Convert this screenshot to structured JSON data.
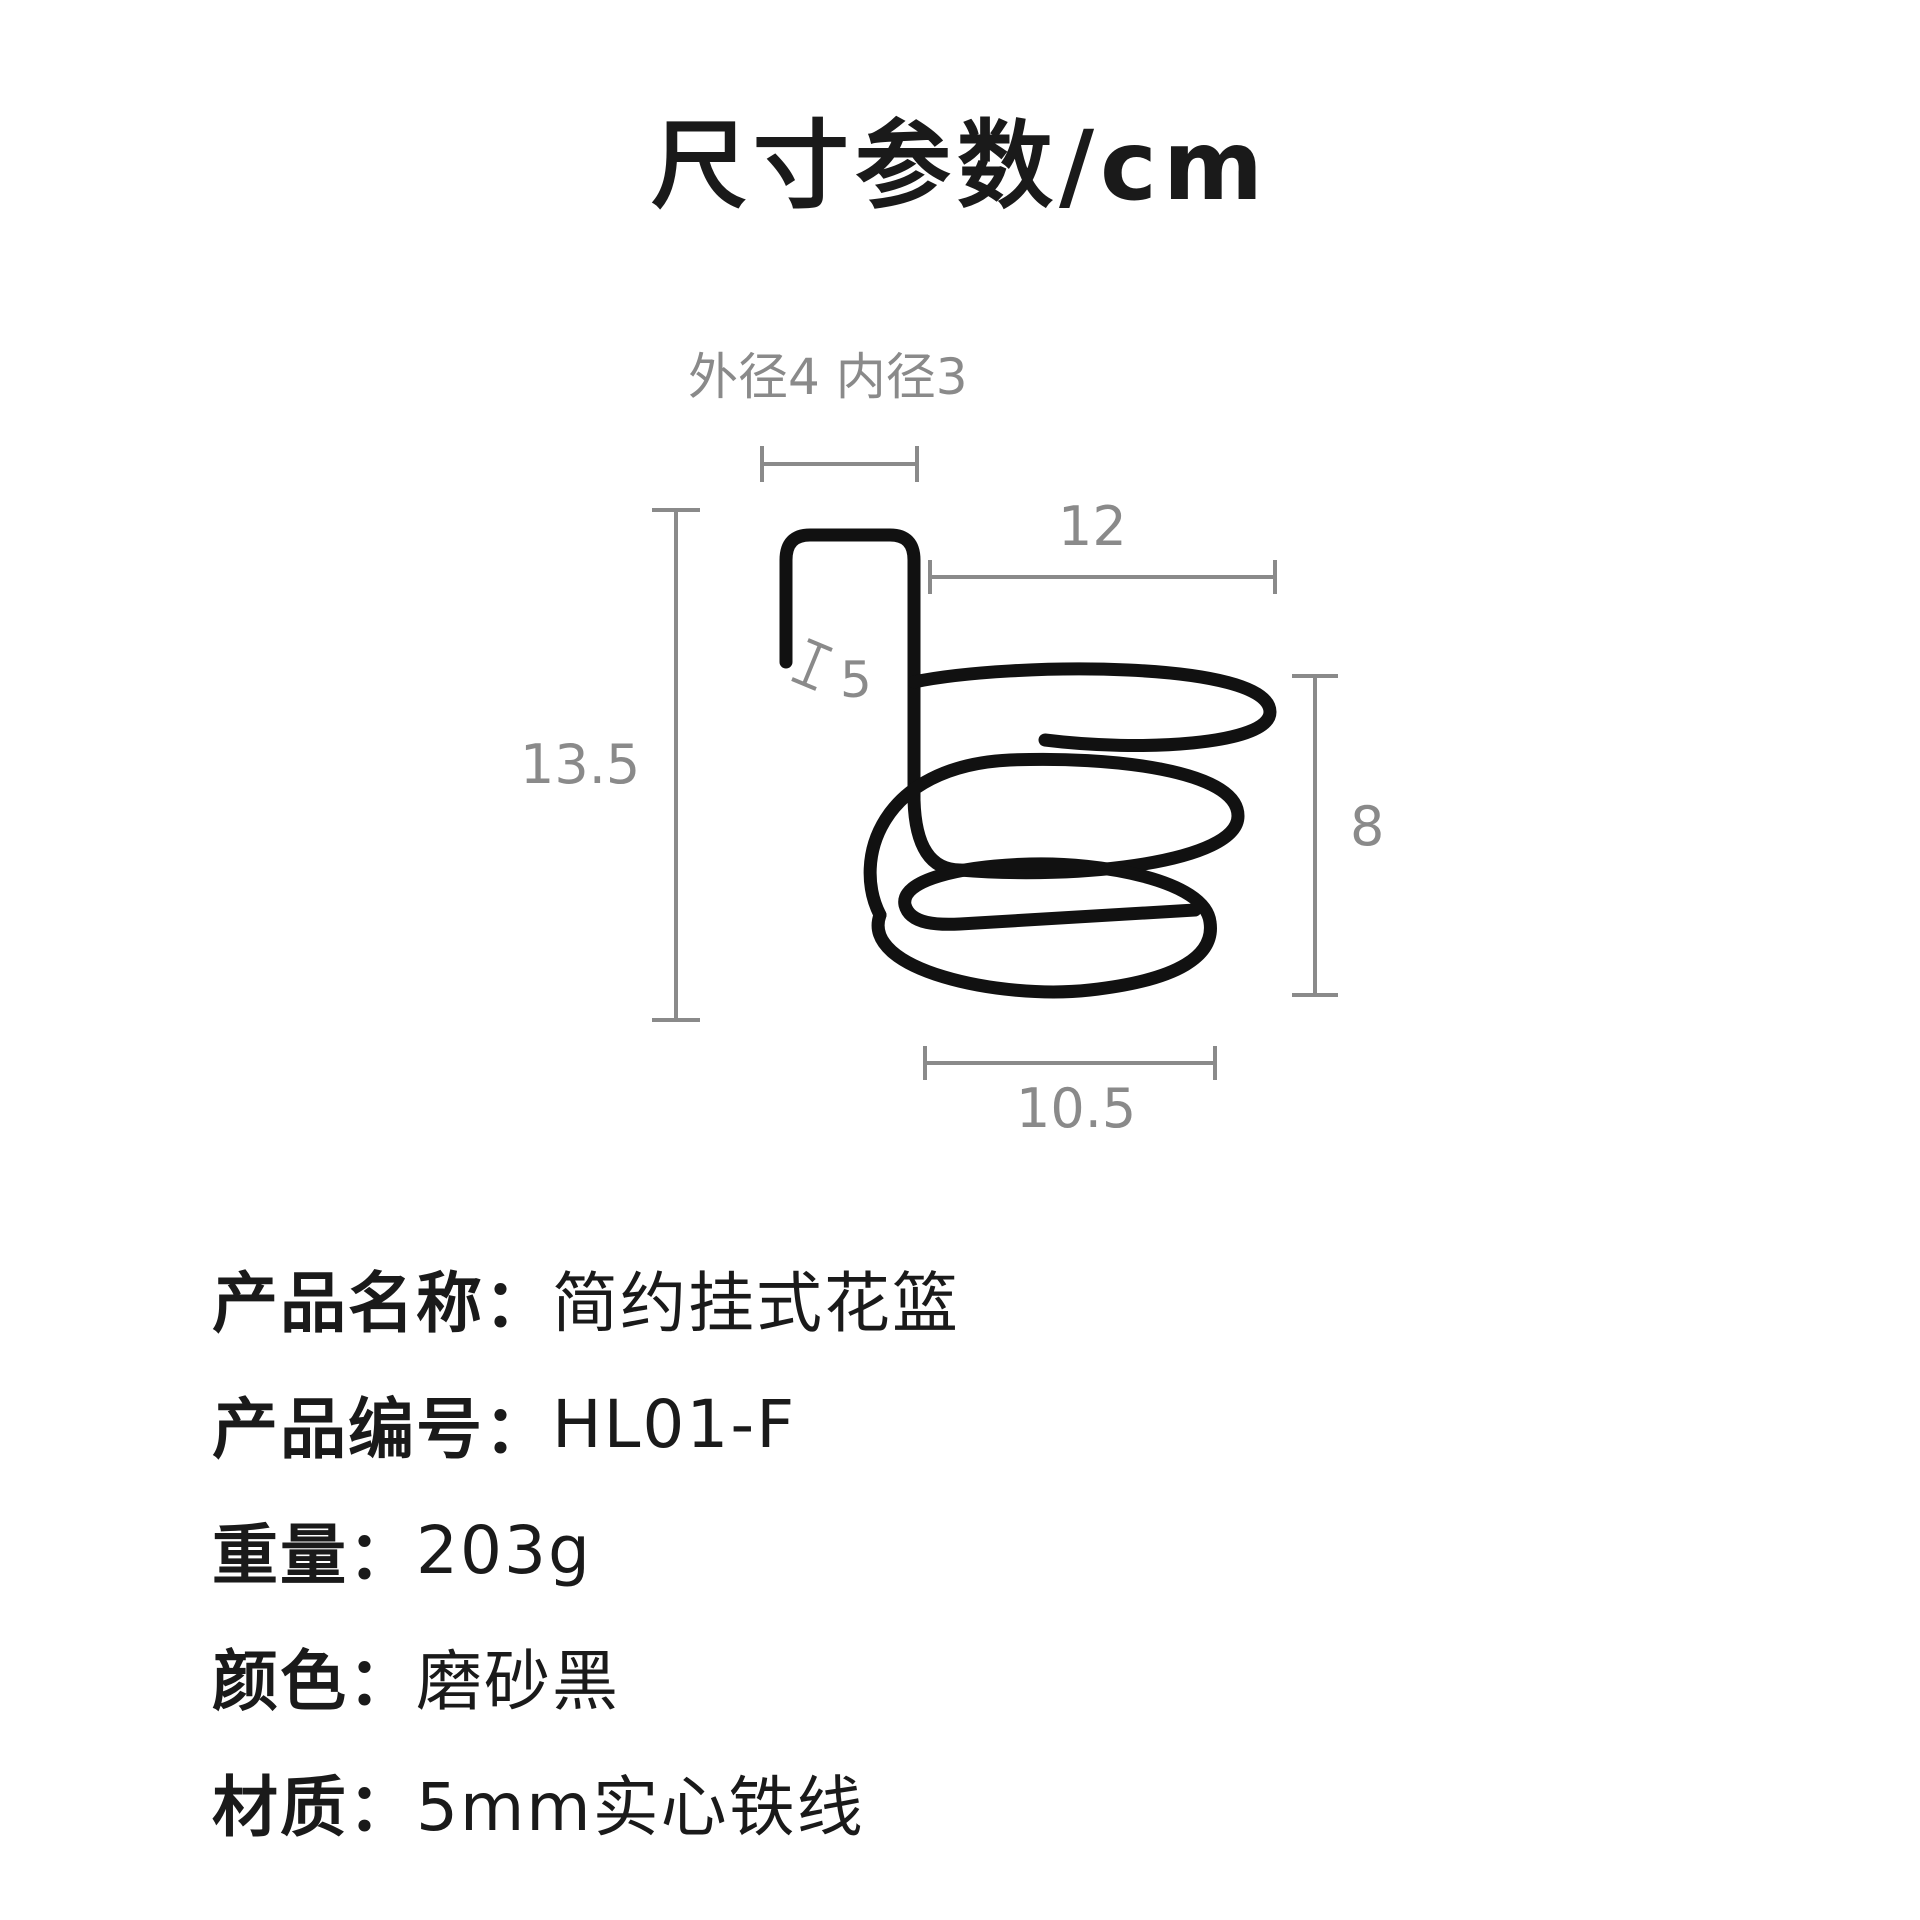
{
  "title": "尺寸参数/cm",
  "diagram": {
    "diameter_label": "外径4 内径3",
    "width_top": "12",
    "height_total": "13.5",
    "hook_depth": "5",
    "basket_height": "8",
    "basket_width": "10.5",
    "colors": {
      "dimension": "#8a8a8a",
      "wire": "#111111"
    }
  },
  "specs": [
    {
      "label": "产品名称：",
      "value": "简约挂式花篮"
    },
    {
      "label": "产品编号：",
      "value": "HL01-F"
    },
    {
      "label": "重量：",
      "value": "203g"
    },
    {
      "label": "颜色：",
      "value": "磨砂黑"
    },
    {
      "label": "材质：",
      "value": "5mm实心铁线"
    }
  ]
}
